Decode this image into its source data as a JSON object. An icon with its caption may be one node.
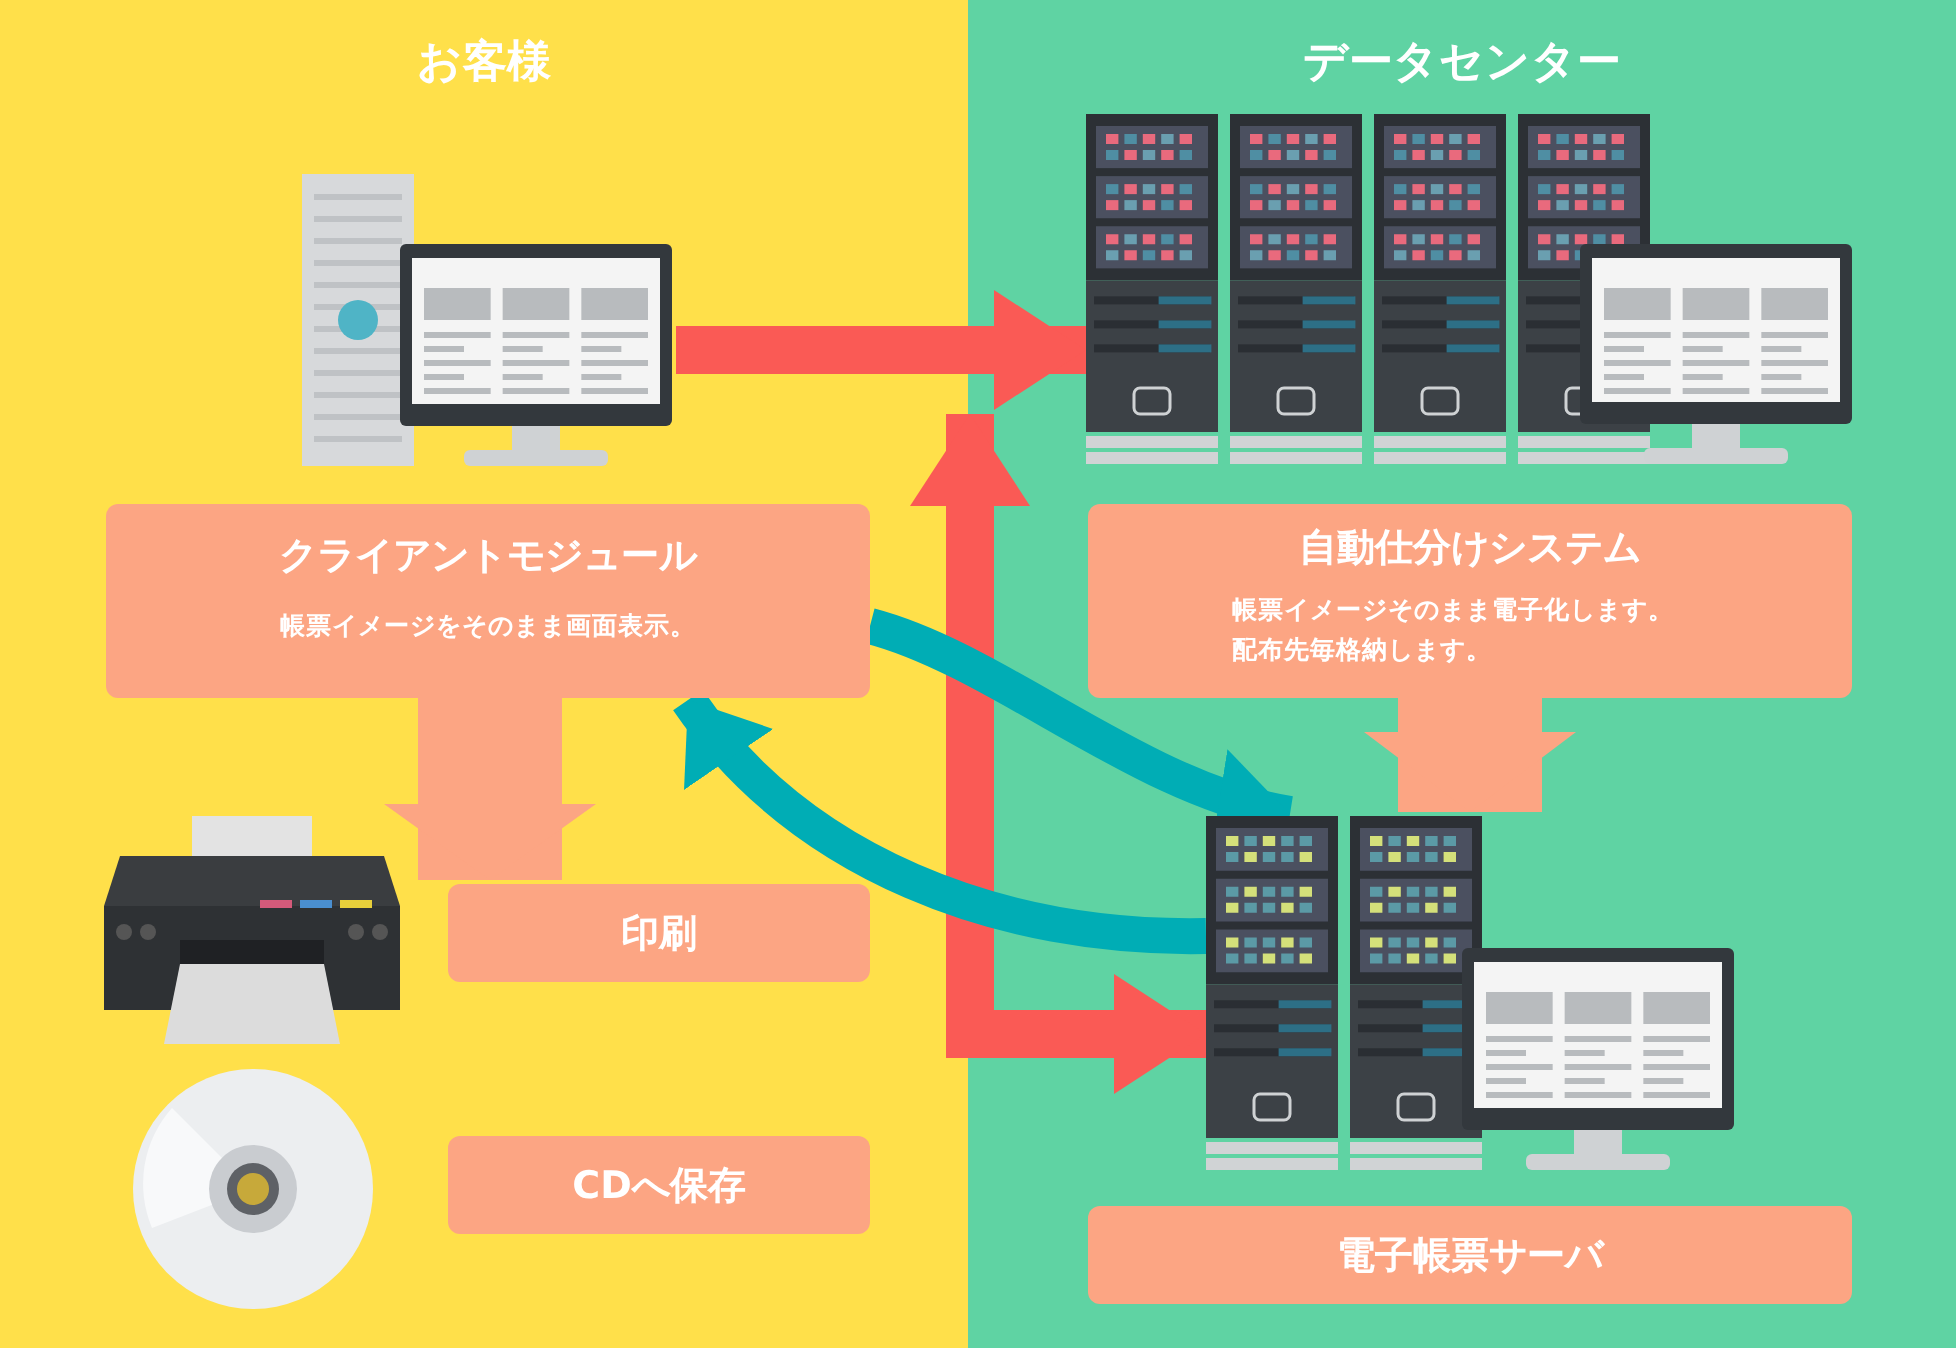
{
  "diagram": {
    "nodes": [
      {
        "text": [
          "お客様"
        ]
      },
      {
        "text": [
          "データセンター"
        ]
      },
      {
        "text": [],
        "shape": "picture",
        "in": 0
      },
      {
        "text": [
          "クライアントモジュール",
          "帳票イメージをそのまま画面表示。"
        ],
        "in": 0
      },
      {
        "text": [],
        "shape": "picture",
        "in": 0
      },
      {
        "text": [
          "印刷"
        ],
        "in": 0
      },
      {
        "text": [],
        "shape": "picture",
        "in": 0
      },
      {
        "text": [
          "CDへ保存"
        ],
        "in": 0
      },
      {
        "text": [],
        "shape": "picture",
        "in": 1
      },
      {
        "text": [
          "自動仕分けシステム",
          "帳票イメージそのまま電子化します。配布先毎格納します。"
        ],
        "in": 1
      },
      {
        "text": [],
        "shape": "picture",
        "in": 1
      },
      {
        "text": [
          "電子帳票サーバ"
        ],
        "in": 1
      }
    ],
    "edges": [
      {
        "from": 2,
        "to": 8,
        "arrow": "to",
        "color": "#fa5a55"
      },
      {
        "from": 8,
        "to": 10,
        "arrow": "both",
        "color": "#fa5a55"
      },
      {
        "from": 3,
        "to": 5,
        "arrow": "to",
        "style": "thick",
        "color": "#fca583"
      },
      {
        "from": 9,
        "to": 10,
        "arrow": "to",
        "style": "thick",
        "color": "#fca583"
      },
      {
        "from": 3,
        "to": 10,
        "arrow": "to",
        "color": "#00adb5"
      },
      {
        "from": 10,
        "to": 3,
        "arrow": "to",
        "color": "#00adb5"
      }
    ]
  }
}
